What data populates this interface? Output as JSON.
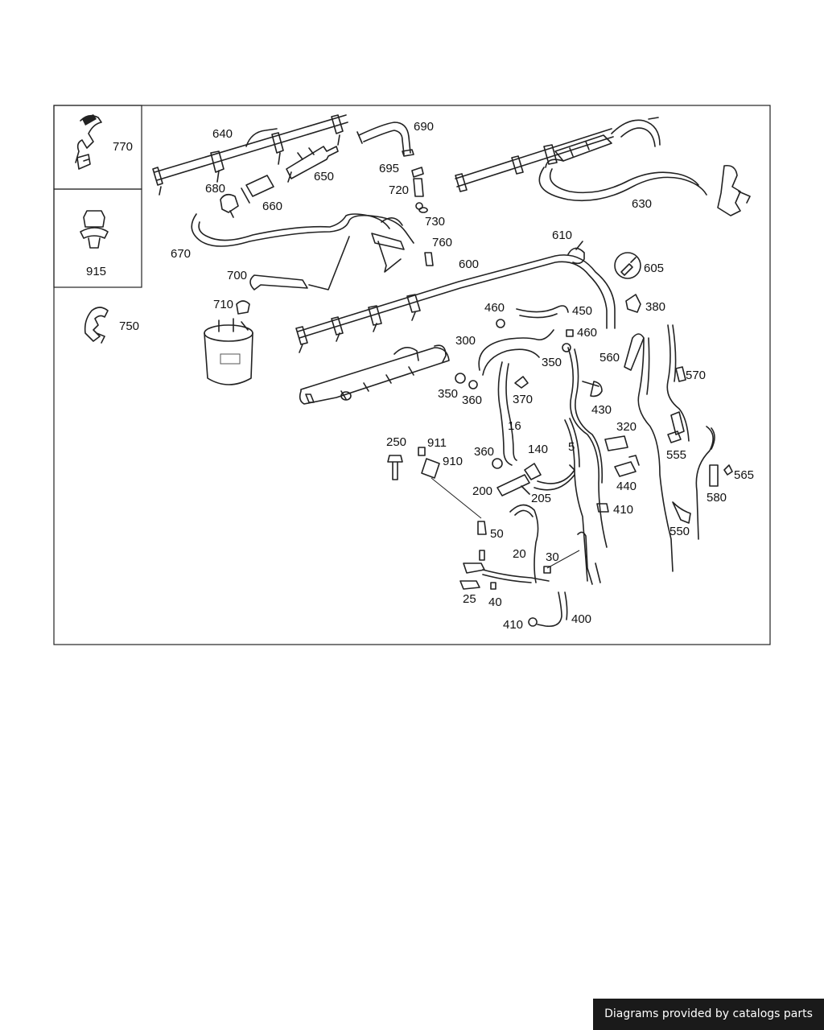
{
  "labels": {
    "l770": "770",
    "l915": "915",
    "l750": "750",
    "l640": "640",
    "l690": "690",
    "l695": "695",
    "l720": "720",
    "l730": "730",
    "l680": "680",
    "l660": "660",
    "l650": "650",
    "l670": "670",
    "l760": "760",
    "l700": "700",
    "l710": "710",
    "l630": "630",
    "l610": "610",
    "l605": "605",
    "l600": "600",
    "l380": "380",
    "l460a": "460",
    "l450": "450",
    "l460b": "460",
    "l300": "300",
    "l350a": "350",
    "l560": "560",
    "l570": "570",
    "l350b": "350",
    "l360a": "360",
    "l370": "370",
    "l430": "430",
    "l16": "16",
    "l320": "320",
    "l250": "250",
    "l911": "911",
    "l910": "910",
    "l360b": "360",
    "l140": "140",
    "l5": "5",
    "l555": "555",
    "l565": "565",
    "l200": "200",
    "l205": "205",
    "l440": "440",
    "l580": "580",
    "l410a": "410",
    "l550": "550",
    "l50": "50",
    "l20": "20",
    "l30": "30",
    "l25": "25",
    "l40": "40",
    "l410b": "410",
    "l400": "400"
  },
  "footer": {
    "text": "Diagrams provided by catalogs parts"
  }
}
